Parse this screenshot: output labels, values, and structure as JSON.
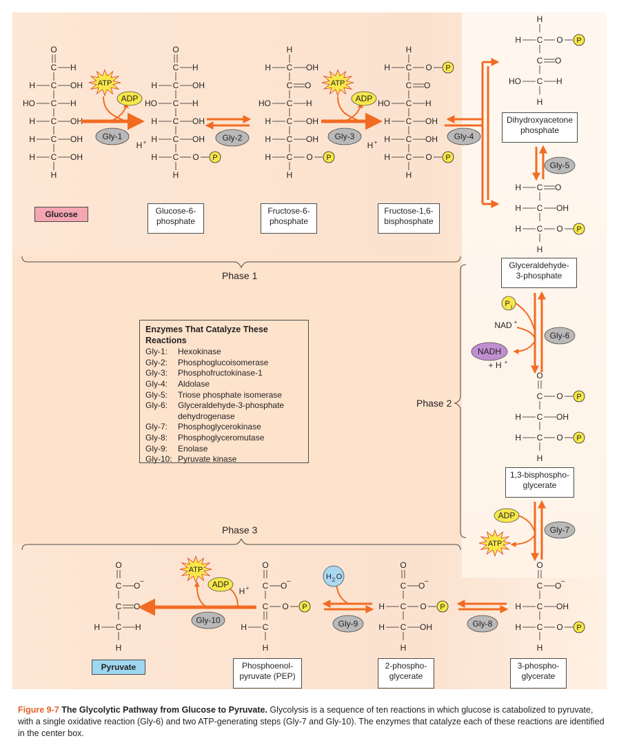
{
  "compounds": {
    "glucose": "Glucose",
    "g6p": [
      "Glucose-6-",
      "phosphate"
    ],
    "f6p": [
      "Fructose-6-",
      "phosphate"
    ],
    "f16bp": [
      "Fructose-1,6-",
      "bisphosphate"
    ],
    "dhap": [
      "Dihydroxyacetone",
      "phosphate"
    ],
    "g3p": [
      "Glyceraldehyde-",
      "3-phosphate"
    ],
    "bpg13": [
      "1,3-bisphospho-",
      "glycerate"
    ],
    "pg3": [
      "3-phospho-",
      "glycerate"
    ],
    "pg2": [
      "2-phospho-",
      "glycerate"
    ],
    "pep": [
      "Phosphoenol-",
      "pyruvate (PEP)"
    ],
    "pyruvate": "Pyruvate"
  },
  "enzyme_labels": [
    "Gly-1",
    "Gly-2",
    "Gly-3",
    "Gly-4",
    "Gly-5",
    "Gly-6",
    "Gly-7",
    "Gly-8",
    "Gly-9",
    "Gly-10"
  ],
  "cofactors": {
    "atp": "ATP",
    "adp": "ADP",
    "hplus": "H",
    "nad": "NAD",
    "nadh": "NADH",
    "nadh_h": "+ H",
    "pi": "P",
    "pi_sub": "i",
    "h2o": "H",
    "h2o_sub": "2",
    "h2o_o": "O",
    "phosphate": "P"
  },
  "phases": {
    "p1": "Phase 1",
    "p2": "Phase 2",
    "p3": "Phase 3"
  },
  "enzyme_box": {
    "title": "Enzymes That Catalyze These Reactions",
    "rows": [
      {
        "k": "Gly-1:",
        "v": "Hexokinase"
      },
      {
        "k": "Gly-2:",
        "v": "Phosphoglucoisomerase"
      },
      {
        "k": "Gly-3:",
        "v": "Phosphofructokinase-1"
      },
      {
        "k": "Gly-4:",
        "v": "Aldolase"
      },
      {
        "k": "Gly-5:",
        "v": "Triose phosphate isomerase"
      },
      {
        "k": "Gly-6:",
        "v": "Glyceraldehyde-3-phosphate"
      },
      {
        "k": "",
        "v": "dehydrogenase"
      },
      {
        "k": "Gly-7:",
        "v": "Phosphoglycerokinase"
      },
      {
        "k": "Gly-8:",
        "v": "Phosphoglyceromutase"
      },
      {
        "k": "Gly-9:",
        "v": "Enolase"
      },
      {
        "k": "Gly-10:",
        "v": "Pyruvate kinase"
      }
    ]
  },
  "caption": {
    "figure": "Figure 9-7",
    "title": "The Glycolytic Pathway from Glucose to Pyruvate.",
    "text": "Glycolysis is a sequence of ten reactions in which glucose is catabolized to pyruvate, with a single oxidative reaction (Gly-6) and two ATP-generating steps (Gly-7 and Gly-10). The enzymes that catalyze each of these reactions are identified in the center box."
  },
  "colors": {
    "arrow": "#f26b22",
    "atp_fill": "#f7e84a",
    "phosphate_fill": "#f7e84a",
    "enzyme_oval": "#b9b9b9",
    "nadh_fill": "#c08fd0",
    "h2o_fill": "#a9d8f2",
    "glucose_box": "#f4a6b2",
    "pyruvate_box": "#9ed8f0"
  }
}
